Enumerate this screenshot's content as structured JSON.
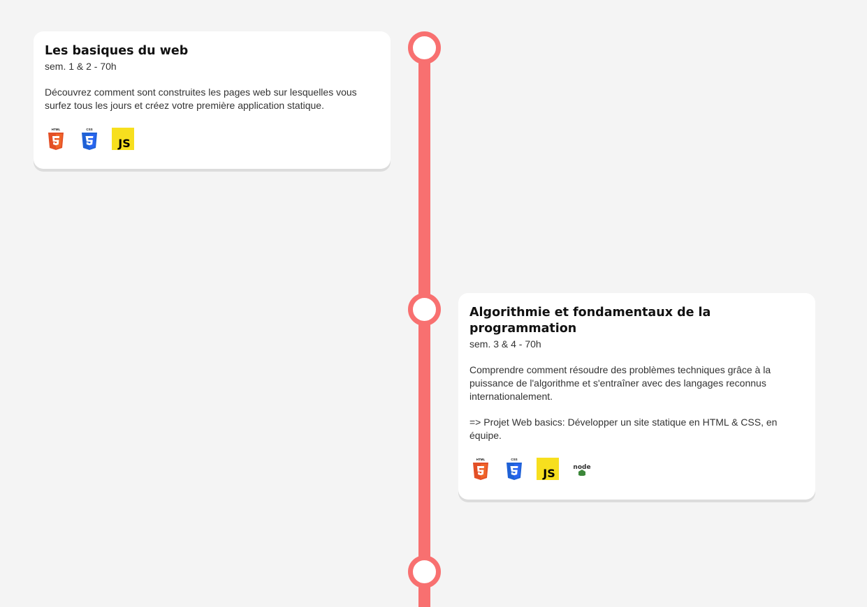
{
  "timeline": {
    "modules": [
      {
        "title": "Les basiques du web",
        "meta": "sem. 1 & 2 - 70h",
        "description": "Découvrez comment sont construites les pages web sur lesquelles vous surfez tous les jours et créez votre première application statique.",
        "technologies": [
          "html5-icon",
          "css3-icon",
          "javascript-icon"
        ]
      },
      {
        "title": "Algorithmie et fondamentaux de la programmation",
        "meta": "sem. 3 & 4 - 70h",
        "description": "Comprendre comment résoudre des problèmes techniques grâce à la puissance de l'algorithme et s'entraîner avec des langages reconnus internationalement.",
        "project": "=> Projet Web basics: Développer un site statique en HTML & CSS, en équipe.",
        "technologies": [
          "html5-icon",
          "css3-icon",
          "javascript-icon",
          "nodejs-icon"
        ]
      }
    ]
  },
  "logos": {
    "html": "HTML",
    "css": "CSS",
    "js": "JS",
    "node": "node"
  },
  "colors": {
    "background": "#f4f4f4",
    "timeline": "#f87070",
    "card": "#ffffff",
    "html_orange": "#e34f26",
    "css_blue": "#2965f1",
    "js_yellow": "#f7df1e",
    "node_green": "#3c873a"
  }
}
